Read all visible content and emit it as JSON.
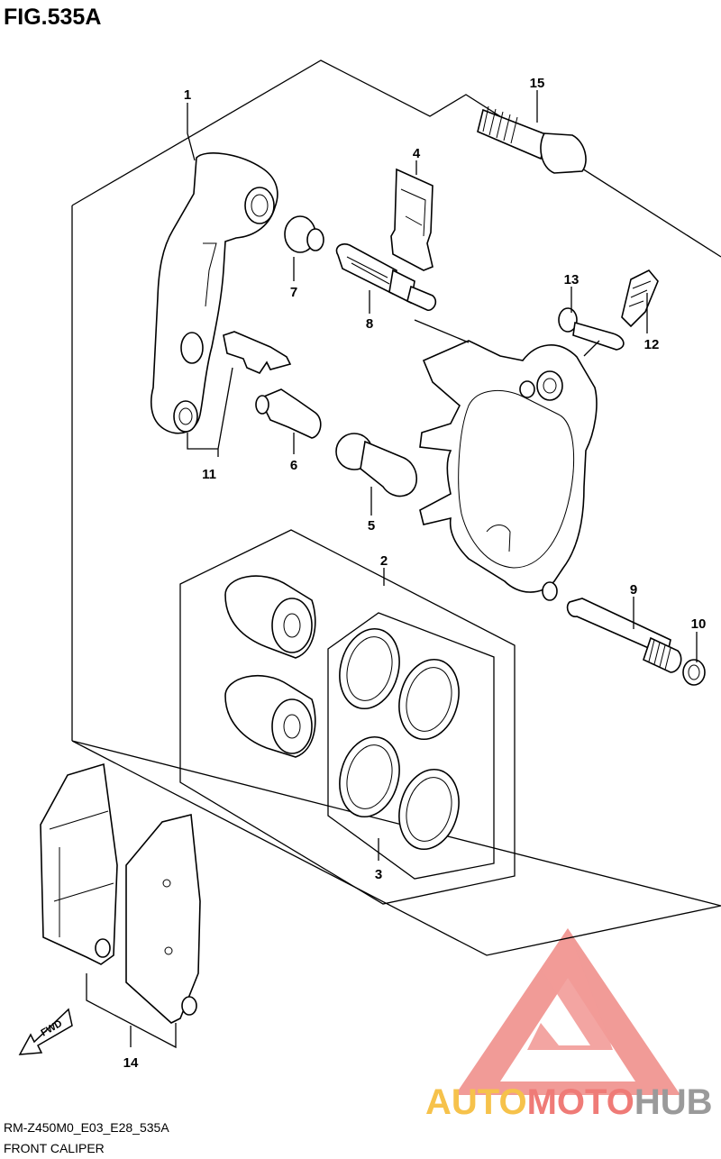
{
  "figure": {
    "title": "FIG.535A",
    "code": "RM-Z450M0_E03_E28_535A",
    "name": "FRONT CALIPER",
    "direction_label": "FWD"
  },
  "callouts": [
    "1",
    "2",
    "3",
    "4",
    "5",
    "6",
    "7",
    "8",
    "9",
    "10",
    "11",
    "12",
    "13",
    "14",
    "15"
  ],
  "watermark": {
    "parts": [
      "AUTO",
      "MOTO",
      "HUB"
    ],
    "colors": {
      "auto": "#f6c24b",
      "moto": "#ef7b77",
      "hub": "#9a9a9a",
      "logo": "#ef8a86"
    }
  }
}
